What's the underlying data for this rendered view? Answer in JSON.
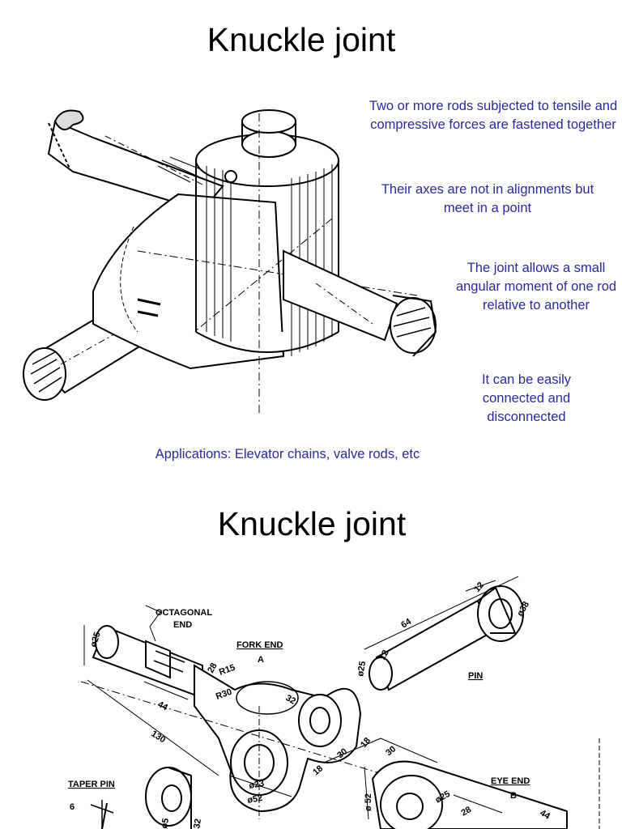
{
  "slide1": {
    "title": "Knuckle  joint",
    "notes": [
      "Two or more rods subjected to tensile and compressive forces are fastened together",
      "Their axes are not in alignments but meet in a point",
      "The joint allows a small angular moment of one rod relative to another",
      "It can be easily connected and disconnected"
    ],
    "applications": "Applications: Elevator chains, valve rods, etc"
  },
  "slide2": {
    "title": "Knuckle joint",
    "labels": {
      "octagonal_end": [
        "OCTAGONAL",
        "END"
      ],
      "fork_end": [
        "FORK END",
        "A"
      ],
      "pin": "PIN",
      "taper_pin": "TAPER PIN",
      "eye_end": [
        "EYE END",
        "B"
      ]
    },
    "dimensions": [
      "ø25",
      "28",
      "R15",
      "R30",
      "32",
      "44",
      "130",
      "18",
      "30",
      "18",
      "30",
      "ø23",
      "ø52",
      "ø 52",
      "ø25",
      "28",
      "44",
      "64",
      "12",
      "ø38",
      "ø25",
      "12",
      "6",
      "ø5",
      "32"
    ]
  }
}
